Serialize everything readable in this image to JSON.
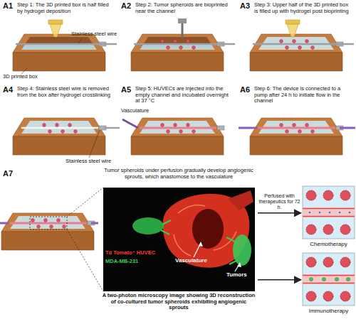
{
  "diagram": {
    "nodes": [
      {
        "text": [
          "A1",
          "Step 1: The 3D printed box is half filled by hydrogel deposition"
        ]
      },
      {
        "text": [
          "A2",
          "Step 2: Tumor spheroids are bioprinted near the channel"
        ]
      },
      {
        "text": [
          "A3",
          "Step 3: Upper half of the 3D printed box is filled up with hydrogel post bioprinting"
        ]
      },
      {
        "text": [
          "A4",
          "Step 4: Stainless steel wire is removed from the box after hydrogel crosslinking"
        ]
      },
      {
        "text": [
          "A5",
          "Step 5: HUVECs are injected into the empty channel and incubated overnight at 37 °C"
        ]
      },
      {
        "text": [
          "A6",
          "Step 6: The device is connected to a pump after 24 h to initiate flow in the channel"
        ]
      },
      {
        "text": [
          "A7"
        ]
      },
      {
        "text": [
          "Tumor spheroids under perfusion gradually develop angiogenic sprouts, which anastomose to the vasculature",
          "A two-photon microscopy image showing 3D reconstruction of co-cultured tumor spheroids exhibiting angiogenic sprouts"
        ]
      },
      {
        "text": [
          "Chemotherapy"
        ]
      },
      {
        "text": [
          "Immunotherapy"
        ]
      }
    ],
    "edges": [
      {
        "from": 7,
        "to": 8,
        "arrow": "to",
        "label": "Perfused with therapeutics for 72 h."
      },
      {
        "from": 7,
        "to": 9,
        "arrow": "to"
      }
    ],
    "labels": [
      "Stainless steel wire",
      "3D printed box",
      "Stainless steel wire",
      "Vasculature",
      "Vasculature",
      "Tumors",
      "Td Tomato⁺ HUVEC",
      "MDA-MB-231"
    ]
  }
}
